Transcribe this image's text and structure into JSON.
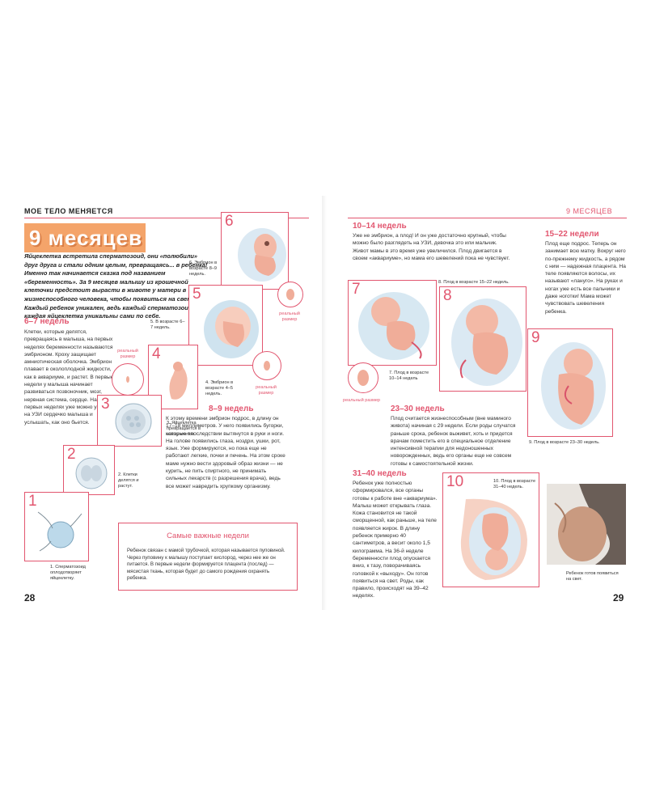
{
  "header": {
    "left_section": "МОЕ ТЕЛО МЕНЯЕТСЯ",
    "right_section": "9 МЕСЯЦЕВ"
  },
  "left_page": {
    "title": "9 месяцев",
    "intro": "Яйцеклетка встретила сперматозоид, они «полюбили» друг друга и стали одним целым, превращаясь... в ребенка! Именно так начинается сказка под названием «беременность». За 9 месяцев малышу из крошечной клеточки предстоит вырасти в животе у матери в жизнеспособного человека, чтобы появиться на свет. Каждый ребенок уникален, ведь каждый сперматозоид и каждая яйцеклетка уникальны сами по себе.",
    "sec_6_7": {
      "heading": "6–7 недель",
      "text": "Клетки, которые делятся, превращаясь в малыша, на первых неделях беременности называются эмбрионом. Кроху защищает амниотическая оболочка. Эмбрион плавает в околоплодной жидкости, как в аквариуме, и растет. В первые недели у малыша начинает развиваться позвоночник, мозг, нервная система, сердце. На самых первых неделях уже можно увидеть на УЗИ сердечко малыша и услышать, как оно бьется."
    },
    "sec_8_9": {
      "heading": "8–9 недель",
      "text": "К этому времени эмбрион подрос, в длину он 17–18 миллиметров. У него появились бугорки, которые впоследствии вытянутся в руки и ноги. На голове появились глаза, ноздри, ушки, рот, язык. Уже формируются, но пока еще не работают легкие, почки и печень. На этом сроке маме нужно вести здоровый образ жизни — не курить, не пить спиртного, не принимать сильных лекарств (с разрешения врача), ведь все может навредить хрупкому организму."
    },
    "box": {
      "title": "Самые важные недели",
      "text": "Ребенок связан с мамой трубочкой, которая называется пуповиной. Через пуповину к малышу поступает кислород, через нее же он питается. В первые недели формируется плацента (послед) — мясистая ткань, которая будет до самого рождения охранять ребенка."
    },
    "figures": [
      {
        "num": "1",
        "caption": "1. Сперматозоид оплодотворяет яйцеклетку."
      },
      {
        "num": "2",
        "caption": "2. Клетки делятся и растут."
      },
      {
        "num": "3",
        "caption": "3. Яйцеклетка превращается в массу клеток."
      },
      {
        "num": "4",
        "caption": "4. Эмбрион в возрасте 4–5 недель."
      },
      {
        "num": "5",
        "caption": "5. В возрасте 6–7 недель."
      },
      {
        "num": "6",
        "caption": "6. Эмбрион в возрасте 8–9 недель."
      }
    ],
    "real_size": "реальный размер",
    "page_number": "28"
  },
  "right_page": {
    "sec_10_14": {
      "heading": "10–14 недель",
      "text": "Уже не эмбрион, а плод! И он уже достаточно крупный, чтобы можно было разглядеть на УЗИ, девочка это или мальчик. Живот мамы в это время уже увеличился. Плод двигается в своем «аквариуме», но мама его шевелений пока не чувствует."
    },
    "sec_15_22": {
      "heading": "15–22 недели",
      "text": "Плод еще подрос. Теперь он занимает всю матку. Вокруг него по-прежнему жидкость, а рядом с ним — надежная плацента. На теле появляются волосы, их называют «лануго». На руках и ногах уже есть все пальчики и даже ноготки! Мама может чувствовать шевеления ребенка."
    },
    "sec_23_30": {
      "heading": "23–30 недель",
      "text": "Плод считается жизнеспособным (вне маминого живота) начиная с 29 недели. Если роды случатся раньше срока, ребенок выживет, хоть и придется врачам поместить его в специальное отделение интенсивной терапии для недоношенных новорожденных, ведь его органы еще не совсем готовы к самостоятельной жизни."
    },
    "sec_31_40": {
      "heading": "31–40 недель",
      "text": "Ребенок уже полностью сформировался, все органы готовы к работе вне «аквариума». Малыш может открывать глаза. Кожа становится не такой сморщенной, как раньше, на теле появляется жирок. В длину ребенок примерно 40 сантиметров, а весит около 1,5 килограмма. На 36-й неделе беременности плод опускается вниз, к тазу, поворачиваясь головкой к «выходу». Он готов появиться на свет. Роды, как правило, происходят на 39–42 неделях."
    },
    "figures": [
      {
        "num": "7",
        "caption": "7. Плод в возрасте 10–14 недель"
      },
      {
        "num": "8",
        "caption": "8. Плод в возрасте 15–22 недель."
      },
      {
        "num": "9",
        "caption": "9. Плод в возрасте 23–30 недель."
      },
      {
        "num": "10",
        "caption": "10. Плод в возрасте 31–40 недель."
      }
    ],
    "real_size": "реальный размер",
    "photo_caption": "Ребенок готов появиться на свет.",
    "page_number": "29"
  },
  "colors": {
    "accent": "#e2566f",
    "title_bg": "#f4a46a",
    "skin": "#f3b9a6",
    "fluid": "#bcd9ea"
  }
}
